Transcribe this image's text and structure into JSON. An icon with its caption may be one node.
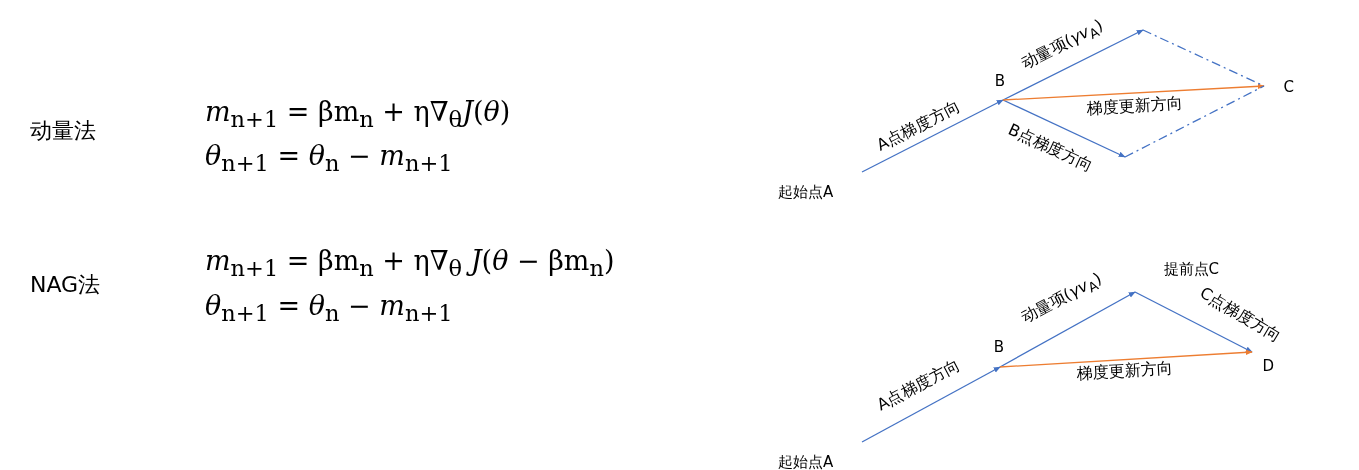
{
  "diagram": {
    "nodes": [
      {
        "text": [
          "起始点A"
        ]
      },
      {
        "text": [
          "B"
        ]
      },
      {
        "text": [
          "C"
        ]
      },
      {
        "text": [
          "起始点A"
        ]
      },
      {
        "text": [
          "B"
        ]
      },
      {
        "text": [
          "提前点C"
        ]
      },
      {
        "text": [
          "D"
        ]
      }
    ],
    "edges": [
      {
        "from": 0,
        "to": 1,
        "arrow": "to",
        "label": "A点梯度方向"
      },
      {
        "from": 1,
        "to": null,
        "arrow": "to",
        "label": "动量项(*γv*$_{A}$)"
      },
      {
        "from": 1,
        "to": null,
        "arrow": "to",
        "label": "B点梯度方向"
      },
      {
        "from": 1,
        "to": 2,
        "arrow": "to",
        "label": "梯度更新方向",
        "color": "#ed7d31"
      },
      {
        "from": null,
        "to": 2,
        "arrow": "none",
        "style": "dashed"
      },
      {
        "from": null,
        "to": 2,
        "arrow": "none",
        "style": "dashed"
      },
      {
        "from": 3,
        "to": 4,
        "arrow": "to",
        "label": "A点梯度方向"
      },
      {
        "from": 4,
        "to": 5,
        "arrow": "to",
        "label": "动量项(*γv*$_{A}$)"
      },
      {
        "from": 5,
        "to": 6,
        "arrow": "to",
        "label": "C点梯度方向"
      },
      {
        "from": 4,
        "to": 6,
        "arrow": "to",
        "label": "梯度更新方向",
        "color": "#ed7d31"
      }
    ],
    "labels": [
      "动量法",
      "*m*$_{n+1}$ = βm$_{n}$ + η∇$_{θ}$*J*(*θ*)",
      "*θ*$_{n+1}$ = *θ*$_{n}$ − *m*$_{n+1}$",
      "NAG法",
      "*m*$_{n+1}$ = βm$_{n}$ + η∇$_{θ}$ *J*(*θ* − βm$_{n}$)",
      "*θ*$_{n+1}$ = *θ*$_{n}$ − *m*$_{n+1}$"
    ]
  }
}
